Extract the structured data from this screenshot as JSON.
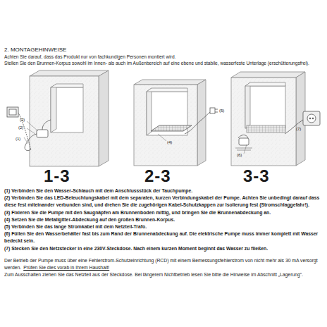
{
  "diagram": {
    "title": "2. MONTAGEHINWEISE",
    "labels": [
      "Achten Sie darauf, dass das Produkt nur von fachkundigen Personen montiert wird.",
      "Stellen Sie den Brunnen-Korpus sowohl im Innen- als auch im Außenbereich auf eine ebene und stabile, wasserfeste Unterlage (erschütterungsfrei).",
      "(1)",
      "(2)",
      "(3)",
      "(4)",
      "(5)",
      "(6)",
      "(7)",
      "1-3",
      "2-3",
      "3-3",
      "(1) Verbinden Sie den Wasser-Schlauch mit dem Anschlussstück der Tauchpumpe.",
      "(2) Verbinden Sie das LED-Beleuchtungskabel mit dem separaten, kurzen Verbindungskabel der Pumpe. Achten Sie unbedingt darauf dass diese fest miteinander verbunden sind, und drehen Sie die zugehörigen Kabel-Schutzkappen zur Isolierung fest (Stromschlaggefahr!).",
      "(3) Fixieren Sie die Pumpe mit den Saugnäpfen am Brunnenboden mittig, und bringen Sie die Brunnenabdeckung an.",
      "(4) Setzen Sie die Metallgitter-Abdeckung auf den großen Brunnen-Korpus.",
      "(5) Verbinden Sie das lange Stromkabel mit dem Netzteil-Trafo.",
      "(6) Füllen Sie den Wasserbehälter fast bis zum Rand der Brunnenabdeckung auf. Die elektrische Pumpe muss immer komplett mit Wasser bedeckt sein.",
      "(7) Stecken Sie den Netzstecker in eine 230V-Steckdose. Nach einem kurzen Moment beginnt das Wasser zu fließen.",
      "Der Betrieb der Pumpe muss über eine Fehlerstrom-Schutzeinrichtung (RCD) mit einem Bemessungsfehlerstrom von nicht mehr als 30 mA versorgt werden.",
      "Prüfen Sie dies vorab in Ihrem Haushalt!",
      "Zum Ausschalten ziehen Sie das Netzteil aus der Steckdose. Bei längerem Nichtbetrieb lesen Sie bitte die Hinweise im Abschnitt „Lagerung“."
    ]
  }
}
